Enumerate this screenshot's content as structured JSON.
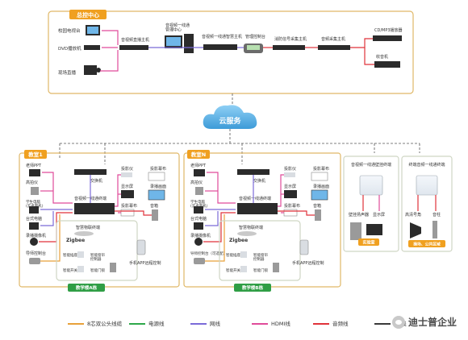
{
  "control_center": {
    "tag": "总控中心",
    "sources": [
      "校园电视台",
      "DVD播放机",
      "现场直播"
    ],
    "devices": [
      "音视频直播主机",
      "音视频一线通\n管理中心",
      "音视频一线通智慧主机",
      "管理控制台",
      "消防信号采集主机",
      "音频采集主机",
      "CD/MP3播放器",
      "收音机"
    ]
  },
  "cloud": {
    "label": "云服务"
  },
  "classroom_1": {
    "tag": "教室1",
    "left_devices": [
      "老师PPT",
      "高拍仪",
      "学生电脑\n(云桌面机)",
      "台式电脑",
      "录播摄像机",
      "导师控制台"
    ],
    "right_devices": [
      "投影仪",
      "投影幕布",
      "显示屏",
      "录播画面",
      "投影幕布",
      "音箱"
    ],
    "switch": "交换机",
    "terminal": "音视频一线通终端",
    "smart": "智慧物联终端",
    "zigbee": "Zigbee",
    "smart_items": [
      "智能插座",
      "智能窗帘\n控制器",
      "智能开关",
      "智能门锁"
    ],
    "app": "手机APP远程控制",
    "bottom_tag": "教学楼A栋"
  },
  "classroom_n": {
    "tag": "教室N",
    "left_devices": [
      "老师PPT",
      "高拍仪",
      "学生电脑\n(云桌面机)",
      "台式电脑",
      "录播摄像机",
      "导师控制台（可选配）"
    ],
    "right_devices": [
      "投影仪",
      "投影幕布",
      "显示屏",
      "录播画面",
      "投影幕布",
      "音箱"
    ],
    "switch": "交换机",
    "terminal": "音视频一线通终端",
    "smart": "智慧物联终端",
    "zigbee": "Zigbee",
    "smart_items": [
      "智能插座",
      "智能窗帘\n控制器",
      "智能开关",
      "智能门锁"
    ],
    "app": "手机APP远程控制",
    "bottom_tag": "教学楼B栋"
  },
  "panel_mid": {
    "title": "音视频一线通壁挂终端",
    "items": [
      "壁挂扬声器",
      "显示屏",
      "实验室"
    ]
  },
  "panel_right": {
    "title": "终端音频一线通终端",
    "items": [
      "高清号角",
      "音柱",
      "操场、公共区域"
    ]
  },
  "legend": [
    {
      "label": "8芯双公头线缆",
      "color": "#e8a13a"
    },
    {
      "label": "电源线",
      "color": "#2ea84a"
    },
    {
      "label": "网线",
      "color": "#7b6bd8"
    },
    {
      "label": "HDMI线",
      "color": "#e04b9a"
    },
    {
      "label": "音频线",
      "color": "#e0323a"
    },
    {
      "label": "SD线",
      "color": "#3a3a3a"
    }
  ],
  "watermark": "迪士普企业",
  "colors": {
    "tag": "#f0a020",
    "tag_green": "#2f9e45",
    "cloud": "#5fb3e6",
    "frame": "#e0b867"
  }
}
